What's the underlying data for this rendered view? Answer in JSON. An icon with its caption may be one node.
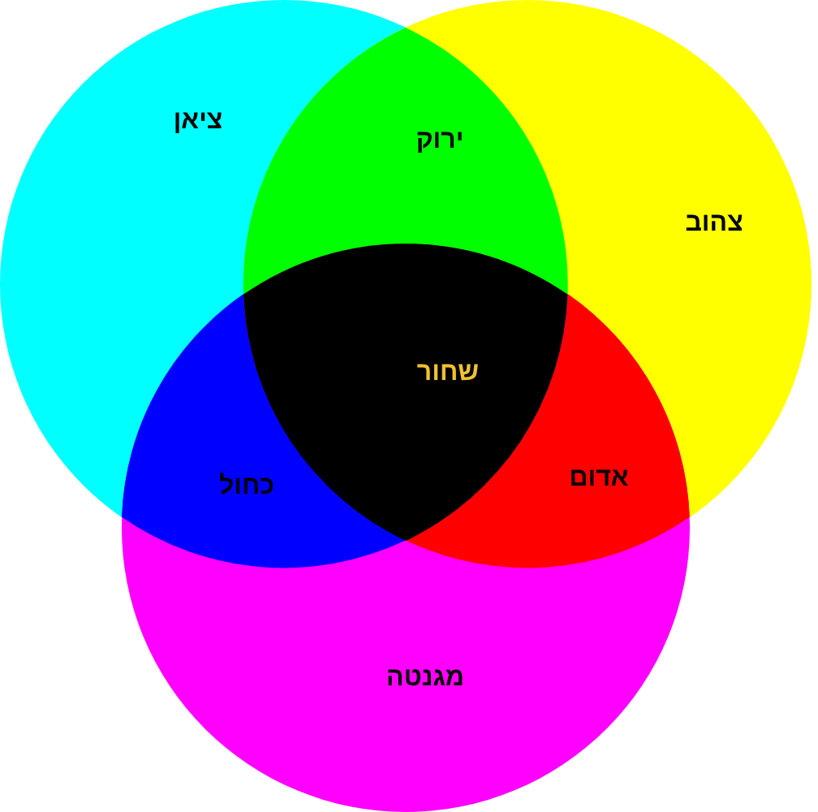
{
  "diagram": {
    "nodes": [
      {
        "text": [
          "ציאן"
        ]
      },
      {
        "text": [
          "ירוק"
        ]
      },
      {
        "text": [
          "צהוב"
        ]
      },
      {
        "text": [
          "שחור"
        ]
      },
      {
        "text": [
          "כחול"
        ]
      },
      {
        "text": [
          "אדום"
        ]
      },
      {
        "text": [
          "מגנטה"
        ]
      }
    ]
  }
}
